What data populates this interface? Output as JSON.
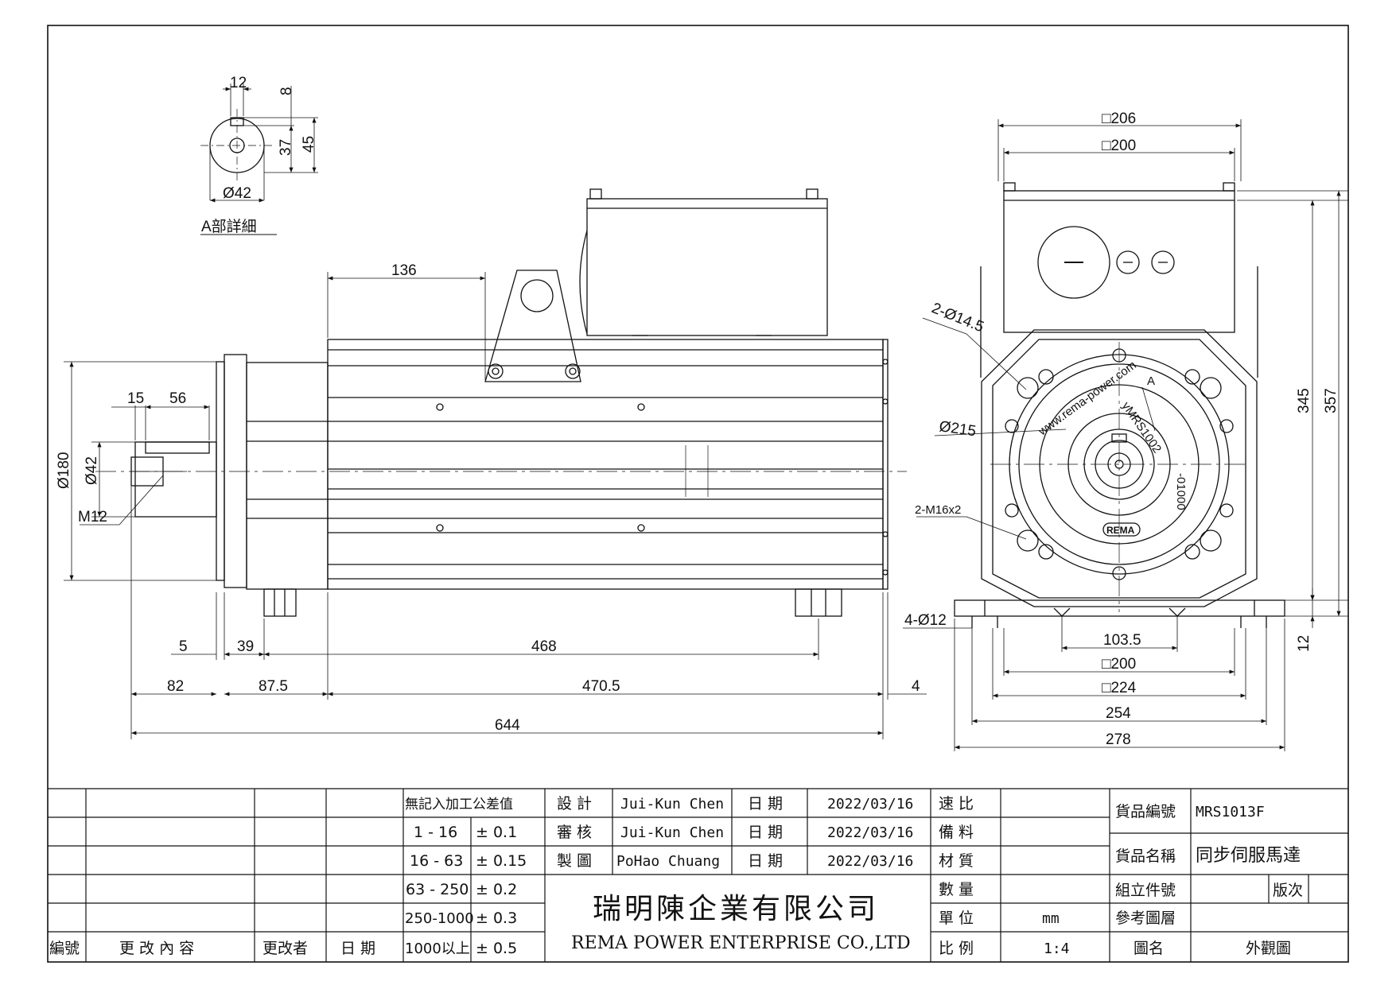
{
  "detail": {
    "title": "A部詳細",
    "key_width": "12",
    "key_depth": "8",
    "shaft_dia": "Ø42",
    "height_37": "37",
    "height_45": "45"
  },
  "side_view": {
    "d_136": "136",
    "d_15": "15",
    "d_56": "56",
    "d_180": "Ø180",
    "d_42": "Ø42",
    "thread": "M12",
    "d_5": "5",
    "d_39": "39",
    "d_468": "468",
    "d_82": "82",
    "d_87_5": "87.5",
    "d_470_5": "470.5",
    "d_4": "4",
    "d_644": "644"
  },
  "front_view": {
    "sq_206": "□206",
    "sq_200_top": "□200",
    "holes_14_5": "2-Ø14.5",
    "pcd_215": "Ø215",
    "thread_m16": "2-M16x2",
    "detail_mark": "A",
    "holes_12": "4-Ø12",
    "h_345": "345",
    "h_357": "357",
    "h_12": "12",
    "w_103_5": "103.5",
    "sq_200_bottom": "□200",
    "sq_224": "□224",
    "w_254": "254",
    "w_278": "278",
    "brand_url": "www.rema-power.com",
    "model_marking": "yMRS1002",
    "serial_marking": "-01000",
    "brand_badge": "REMA"
  },
  "title_block": {
    "revision_headers": [
      "編號",
      "更 改 內 容",
      "更改者",
      "日 期"
    ],
    "tolerance_header": "無記入加工公差值",
    "tolerances": [
      {
        "range": "1 - 16",
        "tol": "± 0.1"
      },
      {
        "range": "16 - 63",
        "tol": "± 0.15"
      },
      {
        "range": "63 - 250",
        "tol": "± 0.2"
      },
      {
        "range": "250-1000",
        "tol": "± 0.3"
      },
      {
        "range": "1000以上",
        "tol": "± 0.5"
      }
    ],
    "sign_rows": [
      {
        "role": "設 計",
        "name": "Jui-Kun Chen",
        "date_label": "日 期",
        "date": "2022/03/16"
      },
      {
        "role": "審 核",
        "name": "Jui-Kun Chen",
        "date_label": "日 期",
        "date": "2022/03/16"
      },
      {
        "role": "製 圖",
        "name": "PoHao Chuang",
        "date_label": "日 期",
        "date": "2022/03/16"
      }
    ],
    "company_cn": "瑞明陳企業有限公司",
    "company_en": "REMA POWER ENTERPRISE CO.,LTD",
    "spec_rows": [
      {
        "label": "速 比",
        "value": ""
      },
      {
        "label": "備 料",
        "value": ""
      },
      {
        "label": "材 質",
        "value": ""
      },
      {
        "label": "數 量",
        "value": ""
      },
      {
        "label": "單 位",
        "value": "mm"
      },
      {
        "label": "比 例",
        "value": "1:4"
      }
    ],
    "part_no_label": "貨品編號",
    "part_no": "MRS1013F",
    "part_name_label": "貨品名稱",
    "part_name": "同步伺服馬達",
    "assembly_label": "組立件號",
    "version_label": "版次",
    "ref_layer_label": "參考圖層",
    "drawing_name_label": "圖名",
    "drawing_name": "外觀圖"
  }
}
